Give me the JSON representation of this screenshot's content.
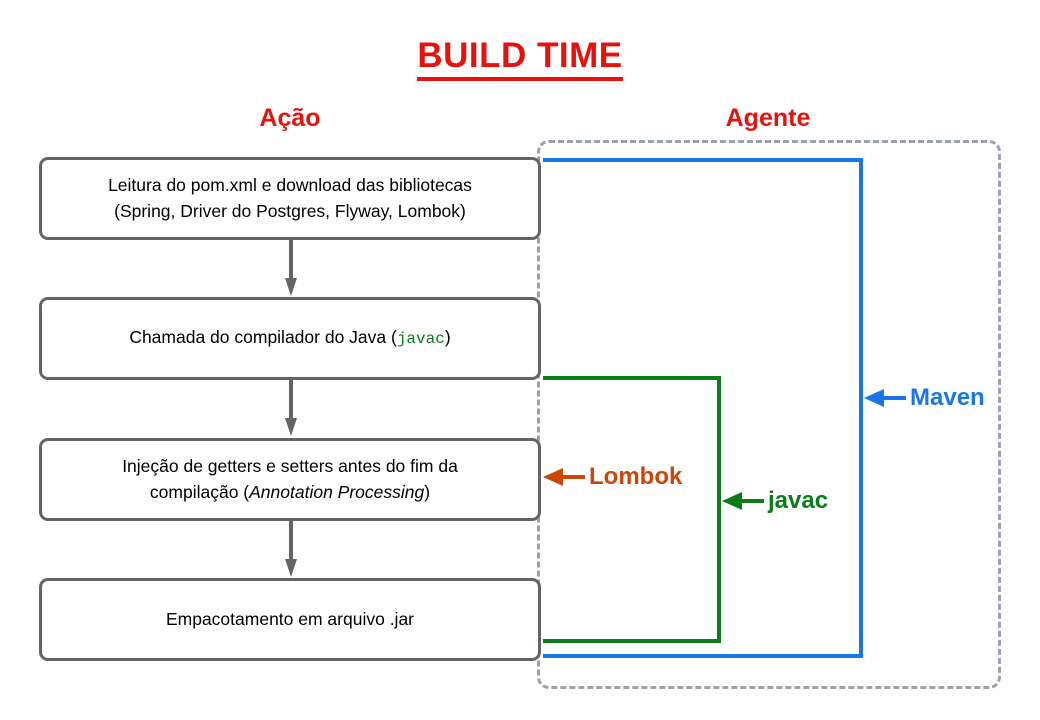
{
  "diagram": {
    "title": "BUILD TIME",
    "columns": {
      "action_header": "Ação",
      "agent_header": "Agente"
    },
    "steps": [
      {
        "id": "step-1",
        "line1": "Leitura do pom.xml e download das bibliotecas",
        "line2": "(Spring, Driver do Postgres, Flyway, Lombok)"
      },
      {
        "id": "step-2",
        "prefix": "Chamada do compilador do Java (",
        "code": "javac",
        "suffix": ")"
      },
      {
        "id": "step-3",
        "line1": "Injeção de getters e setters antes do fim da",
        "line2_prefix": "compilação (",
        "line2_italic": "Annotation Processing",
        "line2_suffix": ")"
      },
      {
        "id": "step-4",
        "line1": "Empacotamento em arquivo .jar"
      }
    ],
    "agents": [
      {
        "id": "maven",
        "label": "Maven",
        "color": "#1976e8",
        "covers": "steps 1-4"
      },
      {
        "id": "javac",
        "label": "javac",
        "color": "#0a7c18",
        "covers": "steps 2-4"
      },
      {
        "id": "lombok",
        "label": "Lombok",
        "color": "#cc4608",
        "covers": "step 3"
      }
    ],
    "colors": {
      "title": "#e8120c",
      "header": "#e8120c",
      "box_border": "#646464",
      "container_dashed": "#9aa1ac",
      "arrow": "#646464",
      "maven": "#1976e8",
      "javac": "#0a7c18",
      "lombok": "#cc4608"
    }
  }
}
